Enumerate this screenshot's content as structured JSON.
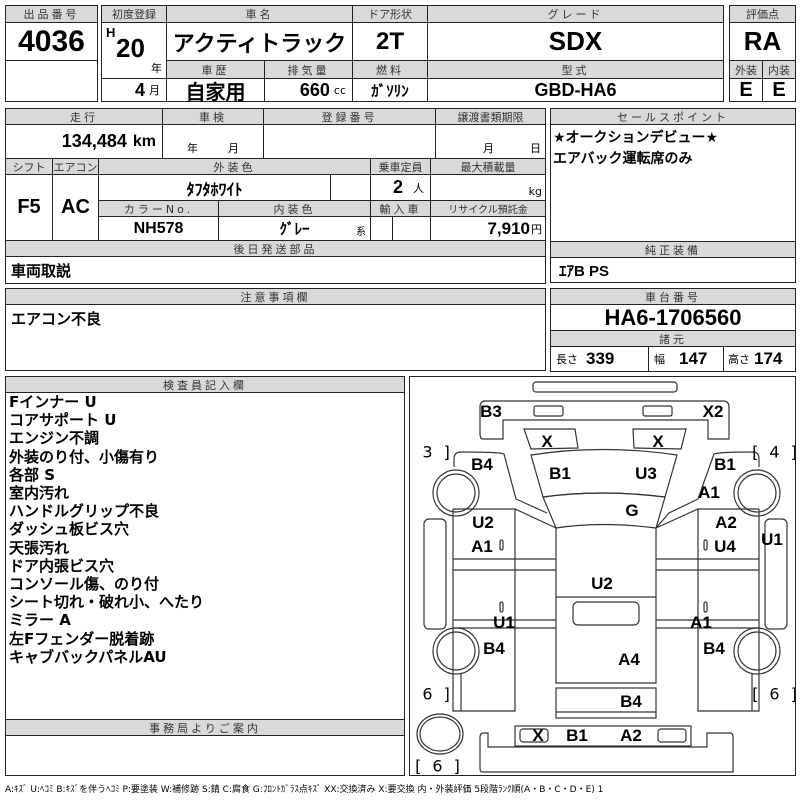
{
  "lot": {
    "label": "出品番号",
    "value": "4036"
  },
  "first_reg": {
    "label": "初度登録",
    "era": "H",
    "year": "20",
    "year_unit": "年",
    "month": "4",
    "month_unit": "月"
  },
  "car_name": {
    "label": "車名",
    "value": "アクティトラック"
  },
  "door": {
    "label": "ドア形状",
    "value": "2T"
  },
  "grade": {
    "label": "グレード",
    "value": "SDX"
  },
  "history": {
    "label": "車歴",
    "value": "自家用"
  },
  "displacement": {
    "label": "排気量",
    "value": "660",
    "unit": "cc"
  },
  "fuel": {
    "label": "燃料",
    "value": "ｶﾞｿﾘﾝ"
  },
  "model": {
    "label": "型式",
    "value": "GBD-HA6"
  },
  "score": {
    "label": "評価点",
    "value": "RA",
    "ext_label": "外装",
    "int_label": "内装",
    "ext": "E",
    "int": "E"
  },
  "mileage": {
    "label": "走行",
    "value": "134,484",
    "unit": "km"
  },
  "inspection": {
    "label": "車検",
    "year_unit": "年",
    "month_unit": "月"
  },
  "reg_no": {
    "label": "登録番号"
  },
  "transfer": {
    "label": "譲渡書類期限",
    "month_unit": "月",
    "day_unit": "日"
  },
  "shift": {
    "label": "シフト",
    "value": "F5"
  },
  "ac": {
    "label": "エアコン",
    "value": "AC"
  },
  "ext_color": {
    "label": "外装色",
    "value": "ﾀﾌﾀﾎﾜｲﾄ"
  },
  "capacity": {
    "label": "乗車定員",
    "value": "2",
    "unit": "人"
  },
  "max_load": {
    "label": "最大積載量",
    "unit": "kg"
  },
  "color_no": {
    "label": "カラーNo.",
    "value": "NH578"
  },
  "int_color": {
    "label": "内装色",
    "value": "ｸﾞﾚｰ",
    "unit": "系"
  },
  "import": {
    "label": "輸入車"
  },
  "recycle": {
    "label": "リサイクル預託金",
    "value": "7,910",
    "unit": "円"
  },
  "later_parts": {
    "label": "後日発送部品",
    "value": "車両取説"
  },
  "sales_point": {
    "label": "セールスポイント",
    "lines": [
      "★オークションデビュー★",
      "エアバック運転席のみ"
    ]
  },
  "equipment": {
    "label": "純正装備",
    "value": "ｴｱB PS"
  },
  "notes": {
    "label": "注意事項欄",
    "value": "エアコン不良"
  },
  "chassis": {
    "label": "車台番号",
    "value": "HA6-1706560"
  },
  "specs": {
    "label": "諸元",
    "length_label": "長さ",
    "length": "339",
    "width_label": "幅",
    "width": "147",
    "height_label": "高さ",
    "height": "174"
  },
  "inspector": {
    "label": "検査員記入欄",
    "lines": [
      "Fインナー U",
      "コアサポート U",
      "エンジン不調",
      "外装のり付、小傷有り",
      "各部 S",
      "室内汚れ",
      "ハンドルグリップ不良",
      "ダッシュ板ビス穴",
      "天張汚れ",
      "ドア内張ビス穴",
      "コンソール傷、のり付",
      "シート切れ・破れ小、へたり",
      "ミラー A",
      "左Fフェンダー脱着跡",
      "キャブバックパネルAU"
    ]
  },
  "office": {
    "label": "事務局よりご案内"
  },
  "diagram": {
    "marks": [
      "B3",
      "X2",
      "X",
      "X",
      "[ 3 ]",
      "[ 4 ]",
      "B4",
      "B1",
      "U3",
      "B1",
      "A1",
      "G",
      "U2",
      "A2",
      "A1",
      "U4",
      "U1",
      "U2",
      "U1",
      "A1",
      "B4",
      "B4",
      "A4",
      "[ 6 ]",
      "[ 6 ]",
      "B4",
      "X",
      "B1",
      "A2",
      "[ 6 ]"
    ]
  },
  "legend": "A:ｷｽﾞ U:ﾍｺﾐ B:ｷｽﾞを伴うﾍｺﾐ P:要塗装 W:補修跡 S:錆 C:腐食 G:ﾌﾛﾝﾄｶﾞﾗｽ点ｷｽﾞ XX:交換済み X:要交換 内・外装評価 5段階ﾗﾝｸ順(A・B・C・D・E) 1"
}
